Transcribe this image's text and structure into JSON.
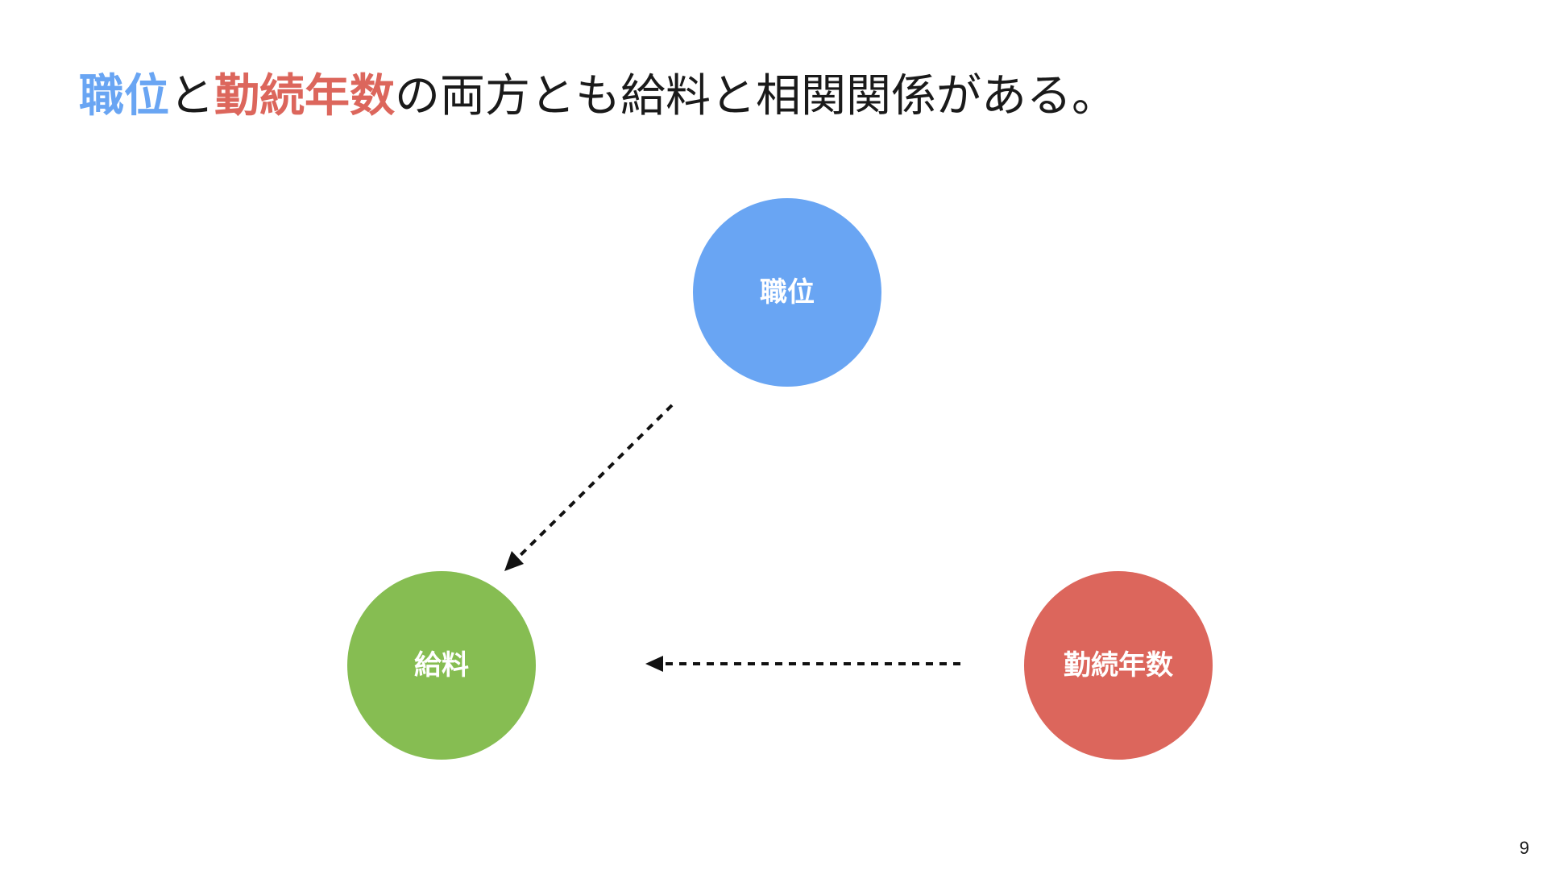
{
  "slide": {
    "title_parts": [
      {
        "text": "職位",
        "style": "highlight",
        "color": "#69a5f3"
      },
      {
        "text": "と",
        "style": "normal"
      },
      {
        "text": "勤続年数",
        "style": "highlight",
        "color": "#dc665c"
      },
      {
        "text": "の両方とも給料と相関関係がある。",
        "style": "normal"
      }
    ],
    "page_number": "9"
  },
  "diagram": {
    "nodes": [
      {
        "id": "position",
        "label": "職位",
        "color": "#69a5f3"
      },
      {
        "id": "salary",
        "label": "給料",
        "color": "#86bd52"
      },
      {
        "id": "tenure",
        "label": "勤続年数",
        "color": "#dc665c"
      }
    ],
    "edges": [
      {
        "from": "position",
        "to": "salary",
        "style": "dashed",
        "arrow": "to"
      },
      {
        "from": "tenure",
        "to": "salary",
        "style": "dashed",
        "arrow": "to"
      }
    ]
  }
}
